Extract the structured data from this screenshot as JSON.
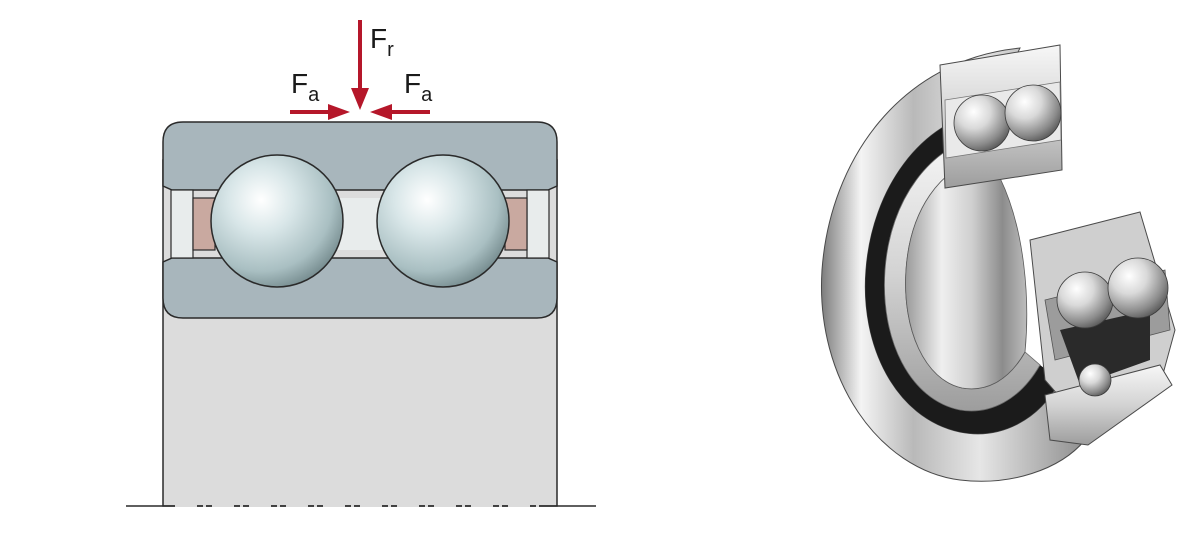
{
  "forces": {
    "radial": {
      "symbol": "F",
      "subscript": "r"
    },
    "axial_left": {
      "symbol": "F",
      "subscript": "a"
    },
    "axial_right": {
      "symbol": "F",
      "subscript": "a"
    }
  },
  "colors": {
    "arrow": "#b5172a",
    "ring_fill": "#a8b6bc",
    "ring_stroke": "#2a2a2a",
    "housing_fill": "#dcdcdc",
    "cage_fill": "#c9a9a0",
    "seal_gap": "#e8ecec",
    "ball_highlight": "#ffffff",
    "ball_shade": "#6f8589",
    "steel_light": "#f2f2f2",
    "steel_dark": "#6a6a6a",
    "seal_black": "#1b1b1b"
  },
  "icons": {
    "left_figure": "bearing-cross-section-diagram",
    "right_figure": "double-row-angular-contact-ball-bearing-cutaway"
  }
}
